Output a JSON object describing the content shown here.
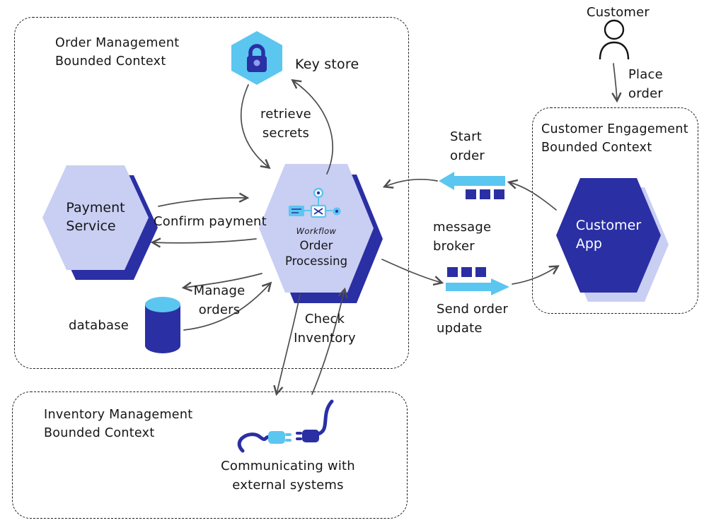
{
  "colors": {
    "navy": "#2a2fa4",
    "sky": "#5bc6f0",
    "lavender": "#c9cef3",
    "arrow": "#4d4d4d",
    "ink": "#161616"
  },
  "contexts": {
    "order_management": {
      "label": "Order Management\nBounded Context"
    },
    "inventory_management": {
      "label": "Inventory Management\nBounded Context"
    },
    "customer_engagement": {
      "label": "Customer Engagement\nBounded Context"
    }
  },
  "nodes": {
    "key_store": {
      "label": "Key store"
    },
    "payment_service": {
      "label": "Payment\nService"
    },
    "order_processing": {
      "label": "Order\nProcessing",
      "icon_label": "Workflow"
    },
    "database": {
      "label": "database"
    },
    "external_comm": {
      "label": "Communicating with\nexternal systems"
    },
    "customer": {
      "label": "Customer"
    },
    "customer_app": {
      "label": "Customer\nApp"
    }
  },
  "queues": {
    "start_order": {
      "label": "Start\norder"
    },
    "message_broker": {
      "label": "message\nbroker"
    },
    "send_order": {
      "label": "Send order\nupdate"
    }
  },
  "edges": {
    "retrieve_secrets": {
      "label": "retrieve\nsecrets"
    },
    "confirm_payment": {
      "label": "Confirm payment"
    },
    "manage_orders": {
      "label": "Manage\norders"
    },
    "check_inventory": {
      "label": "Check\nInventory"
    },
    "place_order": {
      "label": "Place\norder"
    }
  },
  "icons": {
    "key_store": "lock-icon",
    "order_processing": "workflow-icon",
    "database": "database-cylinder-icon",
    "start_order": "message-queue-left-icon",
    "send_order": "message-queue-right-icon",
    "external_comm": "plug-connector-icon",
    "customer": "person-icon"
  }
}
